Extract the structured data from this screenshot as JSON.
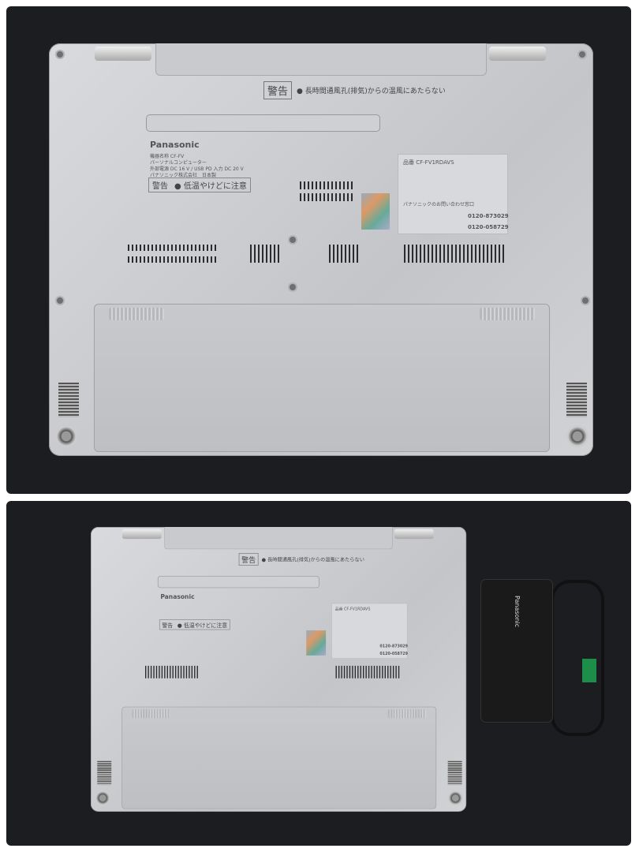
{
  "laptop": {
    "warning_title": "警告",
    "exhaust_warning": "● 長時間通風孔(排気)からの温風にあたらない",
    "brand": "Panasonic",
    "model_line": "機器名称 CF-FV",
    "product_type": "パーソナルコンピューター",
    "power": "外部電源 DC 16 V / USB PD 入力 DC 20 V",
    "maker": "パナソニック株式会社　日本製",
    "burn_warning": "● 低温やけどに注意",
    "part_number": "品番 CF-FV1RDAVS",
    "support_label": "パナソニックのお問い合わせ窓口",
    "phone_1": "0120-873029",
    "phone_2": "0120-058729"
  },
  "adapter": {
    "brand": "Panasonic"
  }
}
